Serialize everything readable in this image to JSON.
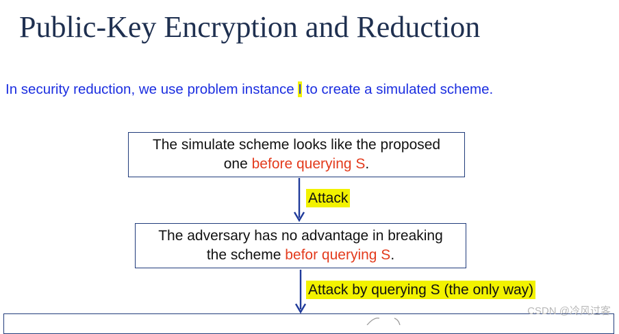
{
  "slide": {
    "title": "Public-Key Encryption and Reduction",
    "subtitle": {
      "before": "In security reduction, we use problem instance ",
      "highlight": "I",
      "after": " to create a simulated scheme."
    }
  },
  "flow": {
    "box1": {
      "line1": "The simulate scheme looks like the proposed",
      "line2_plain": "one ",
      "line2_red": "before querying S",
      "line2_end": "."
    },
    "arrow1_label": "Attack",
    "box2": {
      "line1": "The adversary has no advantage in breaking",
      "line2_plain": "the scheme ",
      "line2_red": "befor querying S",
      "line2_end": "."
    },
    "arrow2_label": "Attack by querying S  (the only way)"
  },
  "watermark": "CSDN @冷风过客",
  "colors": {
    "title": "#1f3050",
    "subtitle": "#1b2ee0",
    "highlight": "#f2f200",
    "red_text": "#e33b1d",
    "box_border": "#1f3a7a",
    "arrow": "#1f3a9a"
  }
}
